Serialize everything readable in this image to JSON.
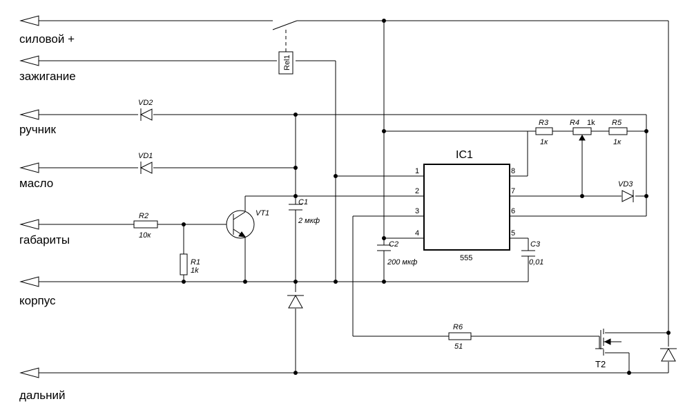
{
  "terminals": {
    "power_plus": "силовой +",
    "ignition": "зажигание",
    "handbrake": "ручник",
    "oil": "масло",
    "parking_lights": "габариты",
    "ground": "корпус",
    "high_beam": "дальний"
  },
  "components": {
    "rel1": "Rel1",
    "vd2": "VD2",
    "vd1": "VD1",
    "vd3": "VD3",
    "r1": {
      "ref": "R1",
      "value": "1k"
    },
    "r2": {
      "ref": "R2",
      "value": "10к"
    },
    "r3": {
      "ref": "R3",
      "value": "1к"
    },
    "r4": {
      "ref": "R4",
      "value": "1k"
    },
    "r5": {
      "ref": "R5",
      "value": "1к"
    },
    "r6": {
      "ref": "R6",
      "value": "51"
    },
    "c1": {
      "ref": "C1",
      "value": "2 мкф"
    },
    "c2": {
      "ref": "C2",
      "value": "200 мкф"
    },
    "c3": {
      "ref": "C3",
      "value": "0,01"
    },
    "vt1": "VT1",
    "t2": "T2",
    "ic1": {
      "ref": "IC1",
      "type": "555"
    },
    "ic_pins": [
      "1",
      "2",
      "3",
      "4",
      "8",
      "7",
      "6",
      "5"
    ]
  }
}
